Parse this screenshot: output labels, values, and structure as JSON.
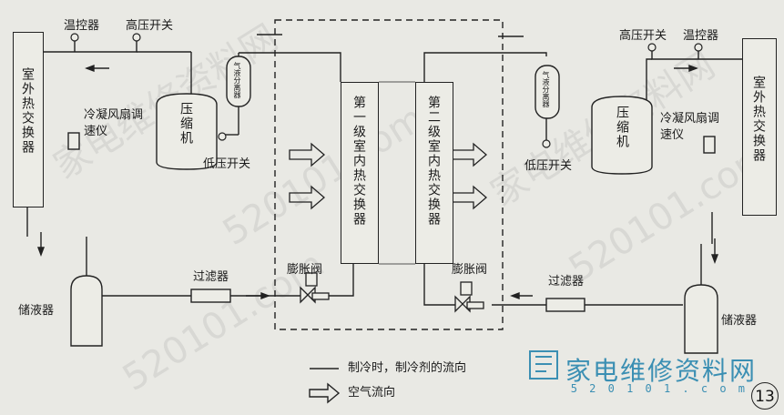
{
  "left_unit": {
    "temp_controller": "温控器",
    "high_pressure_switch": "高压开关",
    "outdoor_hex": "室外热交换器",
    "fan_speed_ctrl": "冷凝风扇调速仪",
    "compressor": "压缩机",
    "gas_liquid_separator": "气液分离器",
    "low_pressure_switch": "低压开关",
    "filter": "过滤器",
    "receiver": "储液器",
    "expansion_valve": "膨胀阀"
  },
  "right_unit": {
    "high_pressure_switch": "高压开关",
    "temp_controller": "温控器",
    "outdoor_hex": "室外热交换器",
    "fan_speed_ctrl": "冷凝风扇调速仪",
    "compressor": "压缩机",
    "gas_liquid_separator": "气液分离器",
    "low_pressure_switch": "低压开关",
    "filter": "过滤器",
    "receiver": "储液器",
    "expansion_valve": "膨胀阀"
  },
  "indoor": {
    "first_stage_hex": "第一级室内热交换器",
    "second_stage_hex": "第二级室内热交换器"
  },
  "legend": {
    "refrigerant_flow": "制冷时，制冷剂的流向",
    "air_flow": "空气流向"
  },
  "watermark": {
    "brand": "家电维修资料网",
    "url": "520101.com",
    "small": "5 2 0 1 0 1 . c o m"
  },
  "figure_number": "13"
}
